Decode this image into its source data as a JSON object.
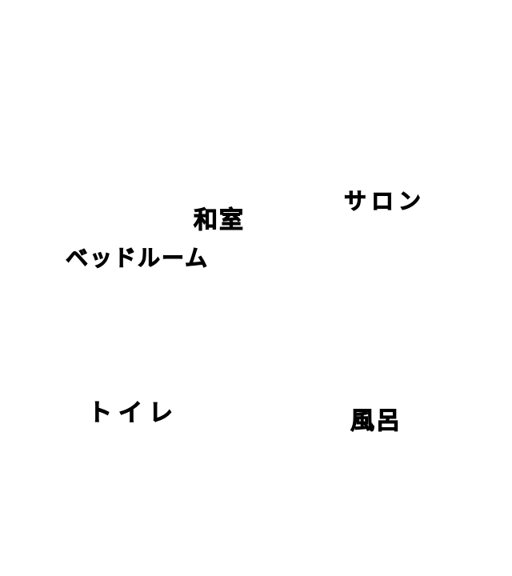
{
  "locations": {
    "salon": "サロン",
    "washitsu": "和室",
    "bedroom": "ベッドルーム",
    "toilet": "トイレ",
    "bath": "風呂"
  },
  "colors": {
    "background": "#ffffff",
    "label_text": "#000000"
  }
}
